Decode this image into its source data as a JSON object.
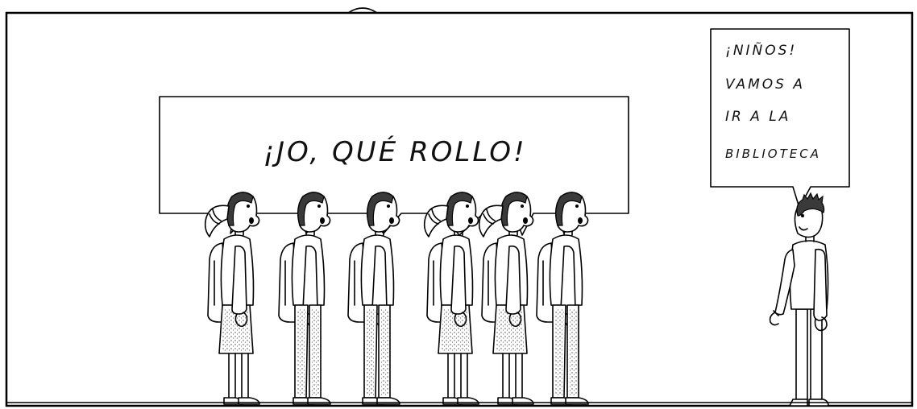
{
  "scene": {
    "children_speech": "¡JO, QUÉ ROLLO!",
    "teacher_speech_lines": [
      "¡NIÑOS!",
      "VAMOS A",
      "IR A LA",
      "BIBLIOTECA"
    ]
  },
  "colors": {
    "ink": "#000000",
    "paper": "#ffffff",
    "hair": "#3a3a3a"
  }
}
